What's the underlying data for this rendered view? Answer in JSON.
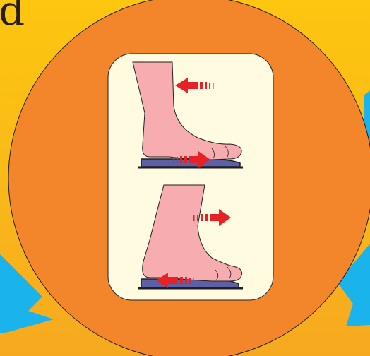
{
  "title_fragment": "d",
  "colors": {
    "background": "#fdc60f",
    "circle": "#f3852a",
    "panel": "#fefbe0",
    "foot": "#f7adb0",
    "insole": "#5b61a4",
    "arrow": "#e62227",
    "blue_arrow": "#1ab3ec",
    "outline": "#231f20"
  },
  "panels": [
    {
      "name": "top-step",
      "upper_arrow_direction": "left",
      "lower_arrow_direction": "right"
    },
    {
      "name": "bottom-step",
      "upper_arrow_direction": "right",
      "lower_arrow_direction": "left"
    }
  ]
}
